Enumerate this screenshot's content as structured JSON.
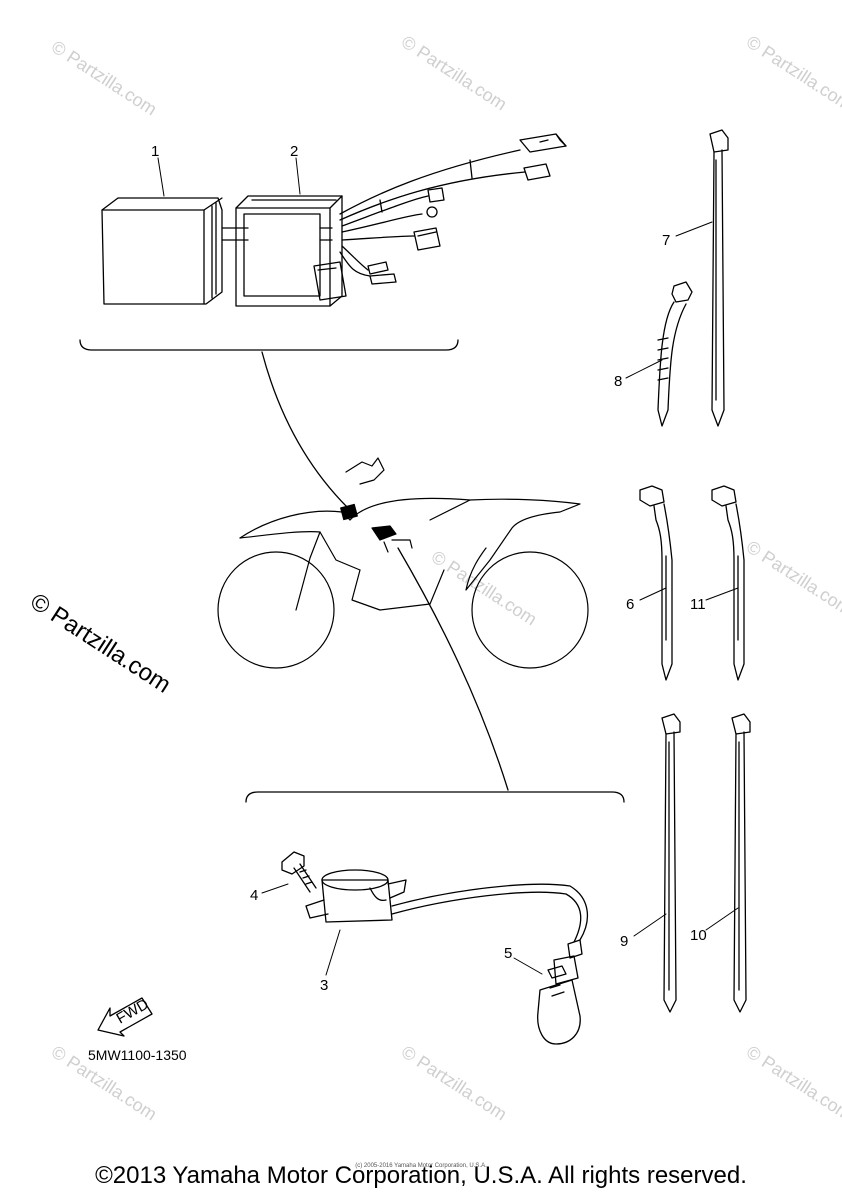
{
  "diagram_code": "5MW1100-1350",
  "copyright": "©2013 Yamaha Motor Corporation, U.S.A. All rights reserved.",
  "small_print": "(c) 2005-2016 Yamaha Motor Corporation, U.S.A.",
  "watermark": "© Partzilla.com",
  "fwd_label": "FWD",
  "callouts": {
    "c1": "1",
    "c2": "2",
    "c3": "3",
    "c4": "4",
    "c5": "5",
    "c6": "6",
    "c7": "7",
    "c8": "8",
    "c9": "9",
    "c10": "10",
    "c11": "11"
  }
}
